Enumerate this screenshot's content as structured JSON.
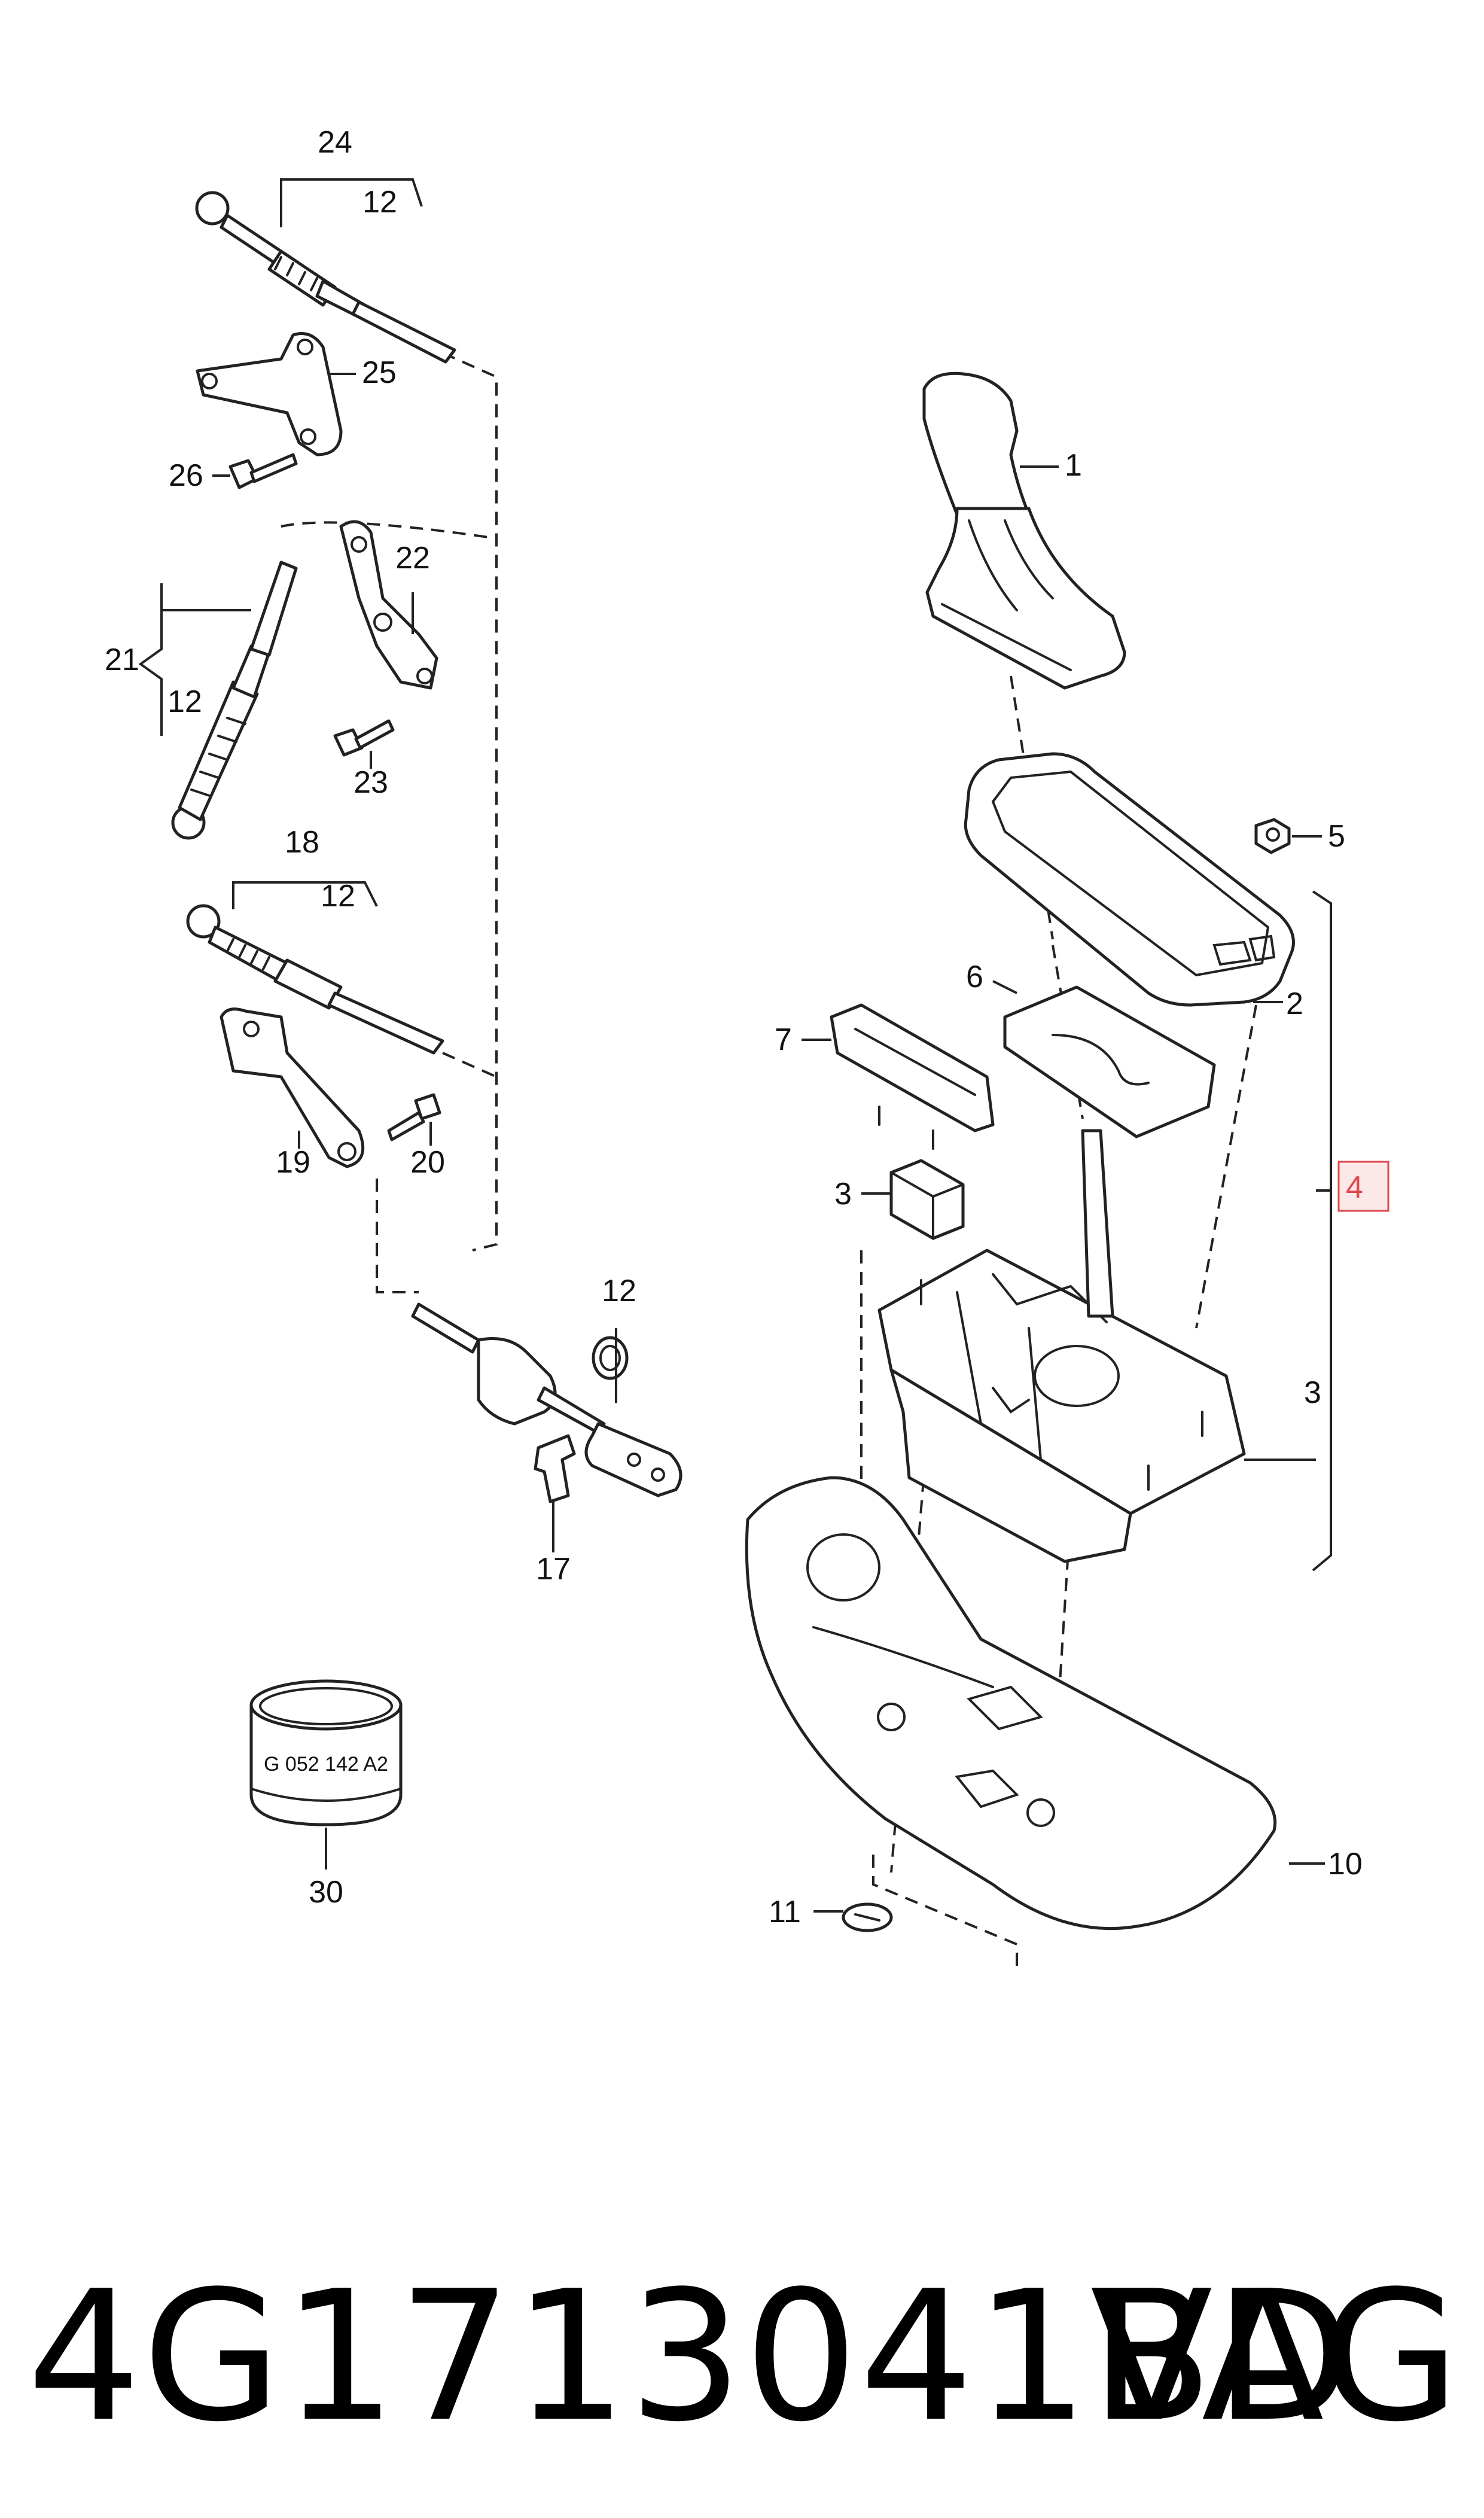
{
  "labels": {
    "l1": "1",
    "l2": "2",
    "l3a": "3",
    "l3b": "3",
    "l4": "4",
    "l5": "5",
    "l6": "6",
    "l7": "7",
    "l10": "10",
    "l11": "11",
    "l12a": "12",
    "l12b": "12",
    "l12c": "12",
    "l12d": "12",
    "l17": "17",
    "l18": "18",
    "l19": "19",
    "l20": "20",
    "l21": "21",
    "l22": "22",
    "l23": "23",
    "l24": "24",
    "l25": "25",
    "l26": "26",
    "l30": "30"
  },
  "sleeve_marking": "G 052 142 A2",
  "highlight_color": "#e0484d",
  "footer": {
    "part_number": "4G1713041BD",
    "brand": "VAG"
  }
}
